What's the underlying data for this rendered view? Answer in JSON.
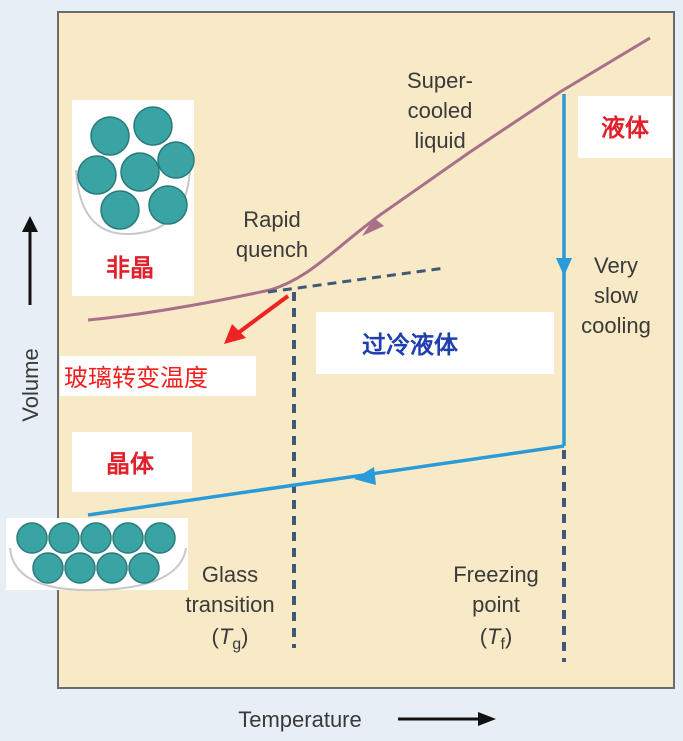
{
  "labels": {
    "supercooled_1": "Super-",
    "supercooled_2": "cooled",
    "supercooled_3": "liquid",
    "rapid_1": "Rapid",
    "rapid_2": "quench",
    "veryslow_1": "Very",
    "veryslow_2": "slow",
    "veryslow_3": "cooling",
    "glass_1": "Glass",
    "glass_2": "transition",
    "glass_3_pre": "(",
    "glass_3_T": "T",
    "glass_3_sub": "g",
    "glass_3_post": ")",
    "freezing_1": "Freezing",
    "freezing_2": "point",
    "freezing_3_pre": "(",
    "freezing_3_T": "T",
    "freezing_3_sub": "f",
    "freezing_3_post": ")",
    "y_axis": "Volume",
    "x_axis": "Temperature"
  },
  "annotations": {
    "liquid": "液体",
    "amorphous": "非晶",
    "supercooled_liquid": "过冷液体",
    "glass_transition_temp": "玻璃转变温度",
    "crystal": "晶体"
  },
  "colors": {
    "plot_background": "#f8eac6",
    "supercooled_curve": "#a8708a",
    "cooling_line": "#2a9ad8",
    "dotted_line": "#3f5a78",
    "arrow_red": "#ee2222",
    "sphere": "#3aa3a3"
  }
}
